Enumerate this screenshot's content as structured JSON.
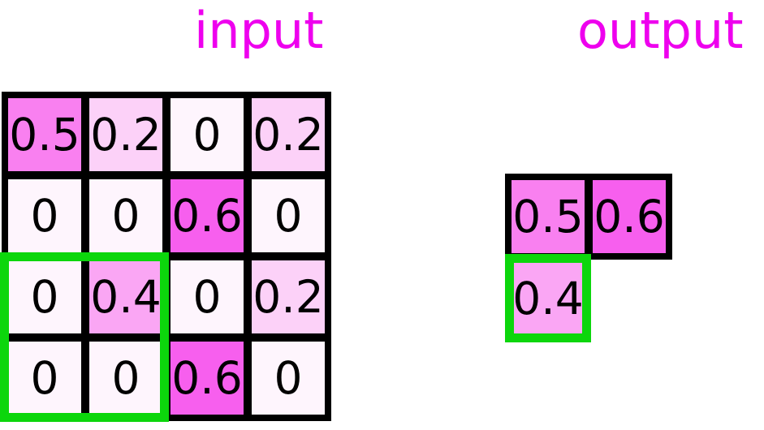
{
  "titles": {
    "input": "input",
    "output": "output"
  },
  "colors": {
    "label_text": "#ee00ee",
    "number_text": "#000000",
    "grid_border": "#000000",
    "highlight_border": "#0cd60c",
    "background": "#ffffff"
  },
  "input_grid": {
    "rows": 4,
    "cols": 4,
    "cells": [
      {
        "text": "0.5",
        "color": "#f980f0"
      },
      {
        "text": "0.2",
        "color": "#fcd1f8"
      },
      {
        "text": "0",
        "color": "#fef5fd"
      },
      {
        "text": "0.2",
        "color": "#fcd1f8"
      },
      {
        "text": "0",
        "color": "#fef5fd"
      },
      {
        "text": "0",
        "color": "#fef5fd"
      },
      {
        "text": "0.6",
        "color": "#f75fee"
      },
      {
        "text": "0",
        "color": "#fef5fd"
      },
      {
        "text": "0",
        "color": "#fef5fd"
      },
      {
        "text": "0.4",
        "color": "#faa6f4"
      },
      {
        "text": "0",
        "color": "#fef5fd"
      },
      {
        "text": "0.2",
        "color": "#fcd1f8"
      },
      {
        "text": "0",
        "color": "#fef5fd"
      },
      {
        "text": "0",
        "color": "#fef5fd"
      },
      {
        "text": "0.6",
        "color": "#f75fee"
      },
      {
        "text": "0",
        "color": "#fef5fd"
      }
    ],
    "highlight_region": "bottom-left 2x2 window"
  },
  "output_grid": {
    "cells": [
      {
        "text": "0.5",
        "color": "#f980f0",
        "border": "black"
      },
      {
        "text": "0.6",
        "color": "#f75fee",
        "border": "black"
      },
      {
        "text": "0.4",
        "color": "#faa6f4",
        "border": "green-highlight"
      }
    ]
  }
}
